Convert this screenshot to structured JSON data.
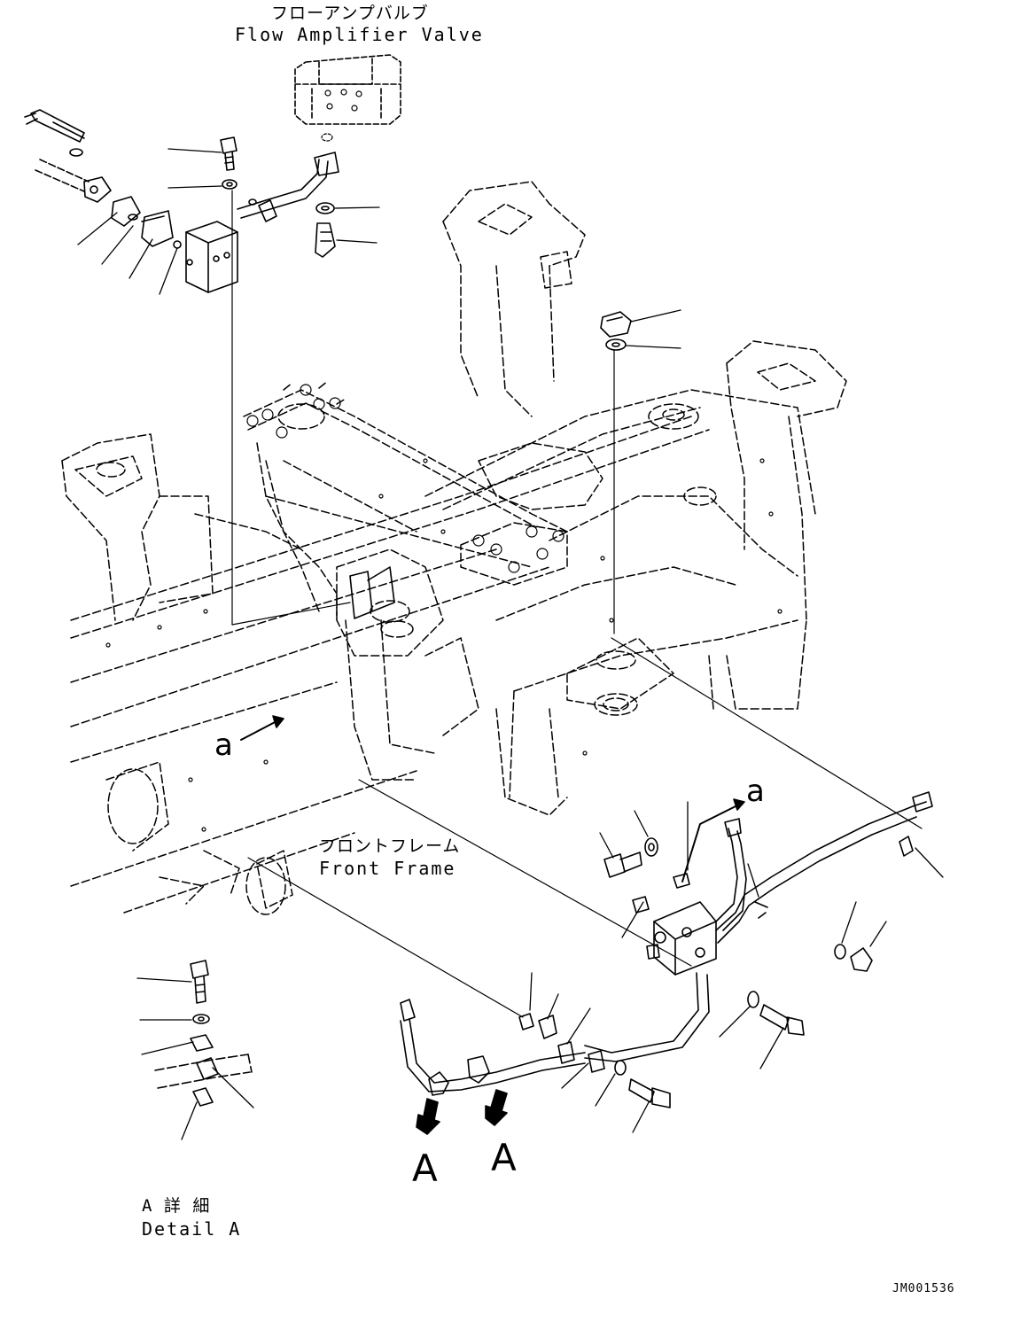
{
  "labels": {
    "flow_amplifier_jp": "フローアンプバルブ",
    "flow_amplifier_en": "Flow Amplifier Valve",
    "front_frame_jp": "フロントフレーム",
    "front_frame_en": "Front Frame",
    "view_a_left": "A",
    "view_a_right": "A",
    "marker_a_left": "a",
    "marker_a_right": "a",
    "detail_jp": "A 詳 細",
    "detail_en": "Detail A",
    "drawing_code": "JM001536"
  },
  "colors": {
    "line": "#000000",
    "background": "#ffffff"
  }
}
